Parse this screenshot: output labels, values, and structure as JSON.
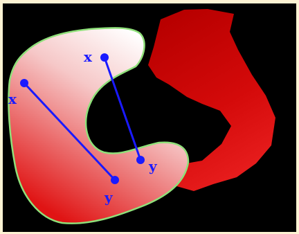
{
  "colors": {
    "frame": "#fdf3d3",
    "background": "#000000",
    "shape_light": "#ffffff",
    "shape_dark": "#e01010",
    "shape_outline": "#8fe07a",
    "second_shape": "#cc0000",
    "segment": "#1a1aff"
  },
  "segments": [
    {
      "start_label": "x",
      "end_label": "y"
    },
    {
      "start_label": "x",
      "end_label": "y"
    }
  ]
}
